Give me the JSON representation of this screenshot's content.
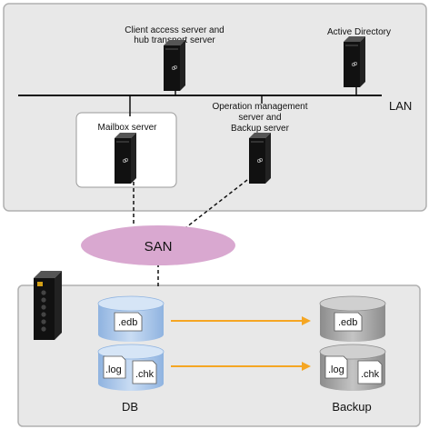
{
  "nodes": {
    "client_access": {
      "label_line1": "Client access server and",
      "label_line2": "hub transport server"
    },
    "active_directory": {
      "label": "Active Directory"
    },
    "lan": {
      "label": "LAN"
    },
    "mailbox": {
      "label": "Mailbox server"
    },
    "operation_mgmt": {
      "label_line1": "Operation management",
      "label_line2": "server and",
      "label_line3": "Backup server"
    },
    "san": {
      "label": "SAN"
    },
    "db": {
      "label": "DB"
    },
    "backup": {
      "label": "Backup"
    }
  },
  "files": {
    "edb": ".edb",
    "log": ".log",
    "chk": ".chk"
  },
  "colors": {
    "panel_fill": "#e8e8e8",
    "panel_stroke": "#b0b0b0",
    "san_fill": "#d9a8d0",
    "db_cylinder": "#a9c6e8",
    "backup_cylinder": "#a6a6a6",
    "arrow": "#f5a623",
    "server_body": "#111111"
  }
}
